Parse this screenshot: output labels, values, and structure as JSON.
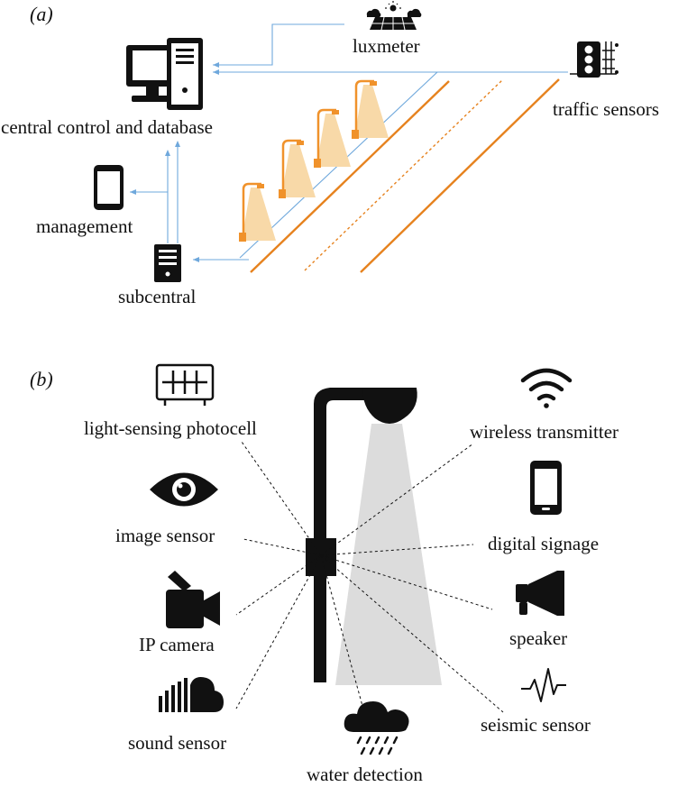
{
  "panel_a": {
    "marker": "(a)",
    "labels": {
      "luxmeter": "luxmeter",
      "central": "central control and database",
      "traffic": "traffic sensors",
      "management": "management",
      "subcentral": "subcentral"
    }
  },
  "panel_b": {
    "marker": "(b)",
    "labels": {
      "photocell": "light-sensing photocell",
      "image_sensor": "image sensor",
      "ip_camera": "IP camera",
      "sound_sensor": "sound sensor",
      "water": "water detection",
      "wireless": "wireless transmitter",
      "signage": "digital signage",
      "speaker": "speaker",
      "seismic": "seismic sensor"
    }
  },
  "colors": {
    "connector_blue": "#6fa8dc",
    "road_orange": "#e6821e",
    "lamp_orange": "#f0922b",
    "light_cone": "#f8d9a8",
    "beam_gray": "#dcdcdc",
    "icon_black": "#111111"
  },
  "icons": [
    "solar-panel-icon",
    "computer-icon",
    "traffic-light-icon",
    "smartphone-icon",
    "server-icon",
    "street-lamp-icon",
    "photocell-icon",
    "eye-icon",
    "camera-icon",
    "sound-icon",
    "rain-cloud-icon",
    "wifi-icon",
    "signage-icon",
    "megaphone-icon",
    "seismic-icon"
  ]
}
